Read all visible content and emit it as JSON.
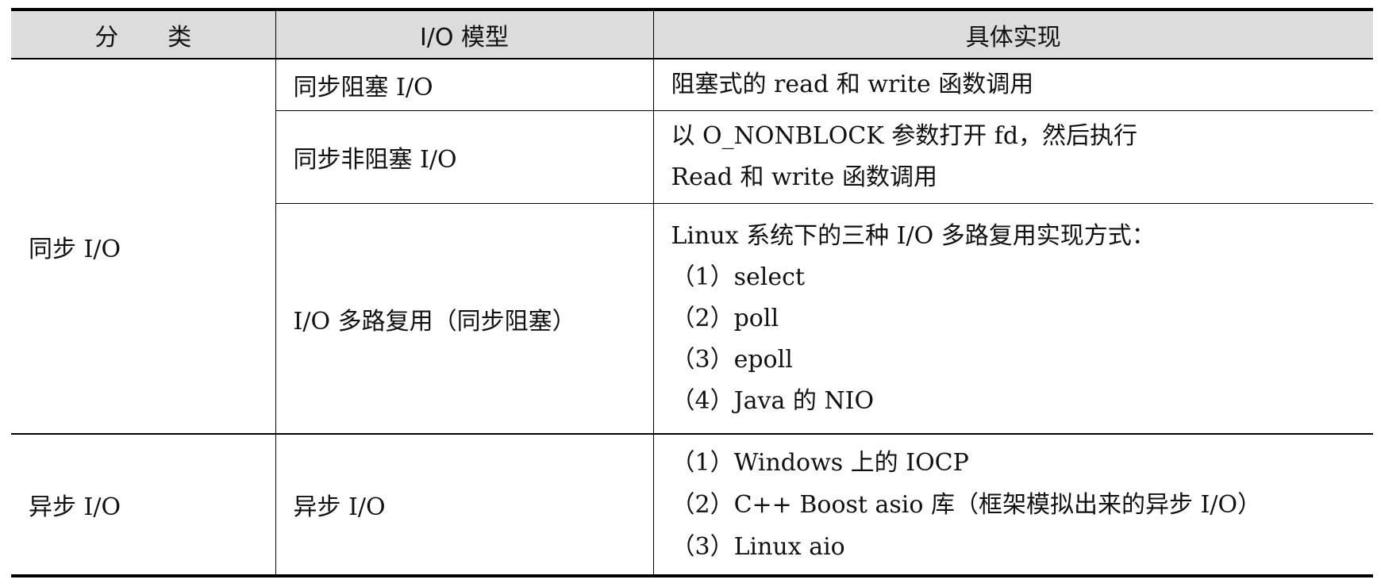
{
  "table": {
    "headers": {
      "category_part1": "分",
      "category_part2": "类",
      "model": "I/O 模型",
      "implementation": "具体实现"
    },
    "rows": [
      {
        "category": "同步 I/O",
        "items": [
          {
            "model": "同步阻塞 I/O",
            "impl": [
              "阻塞式的 read 和 write 函数调用"
            ]
          },
          {
            "model": "同步非阻塞 I/O",
            "impl": [
              "以 O_NONBLOCK 参数打开 fd，然后执行",
              "Read 和 write 函数调用"
            ]
          },
          {
            "model": "I/O 多路复用（同步阻塞）",
            "impl": [
              "Linux 系统下的三种 I/O 多路复用实现方式：",
              "（1）select",
              "（2）poll",
              "（3）epoll",
              "（4）Java 的 NIO"
            ]
          }
        ]
      },
      {
        "category": "异步 I/O",
        "items": [
          {
            "model": "异步 I/O",
            "impl": [
              "（1）Windows 上的 IOCP",
              "（2）C++ Boost asio 库（框架模拟出来的异步 I/O）",
              "（3）Linux aio"
            ]
          }
        ]
      }
    ]
  }
}
